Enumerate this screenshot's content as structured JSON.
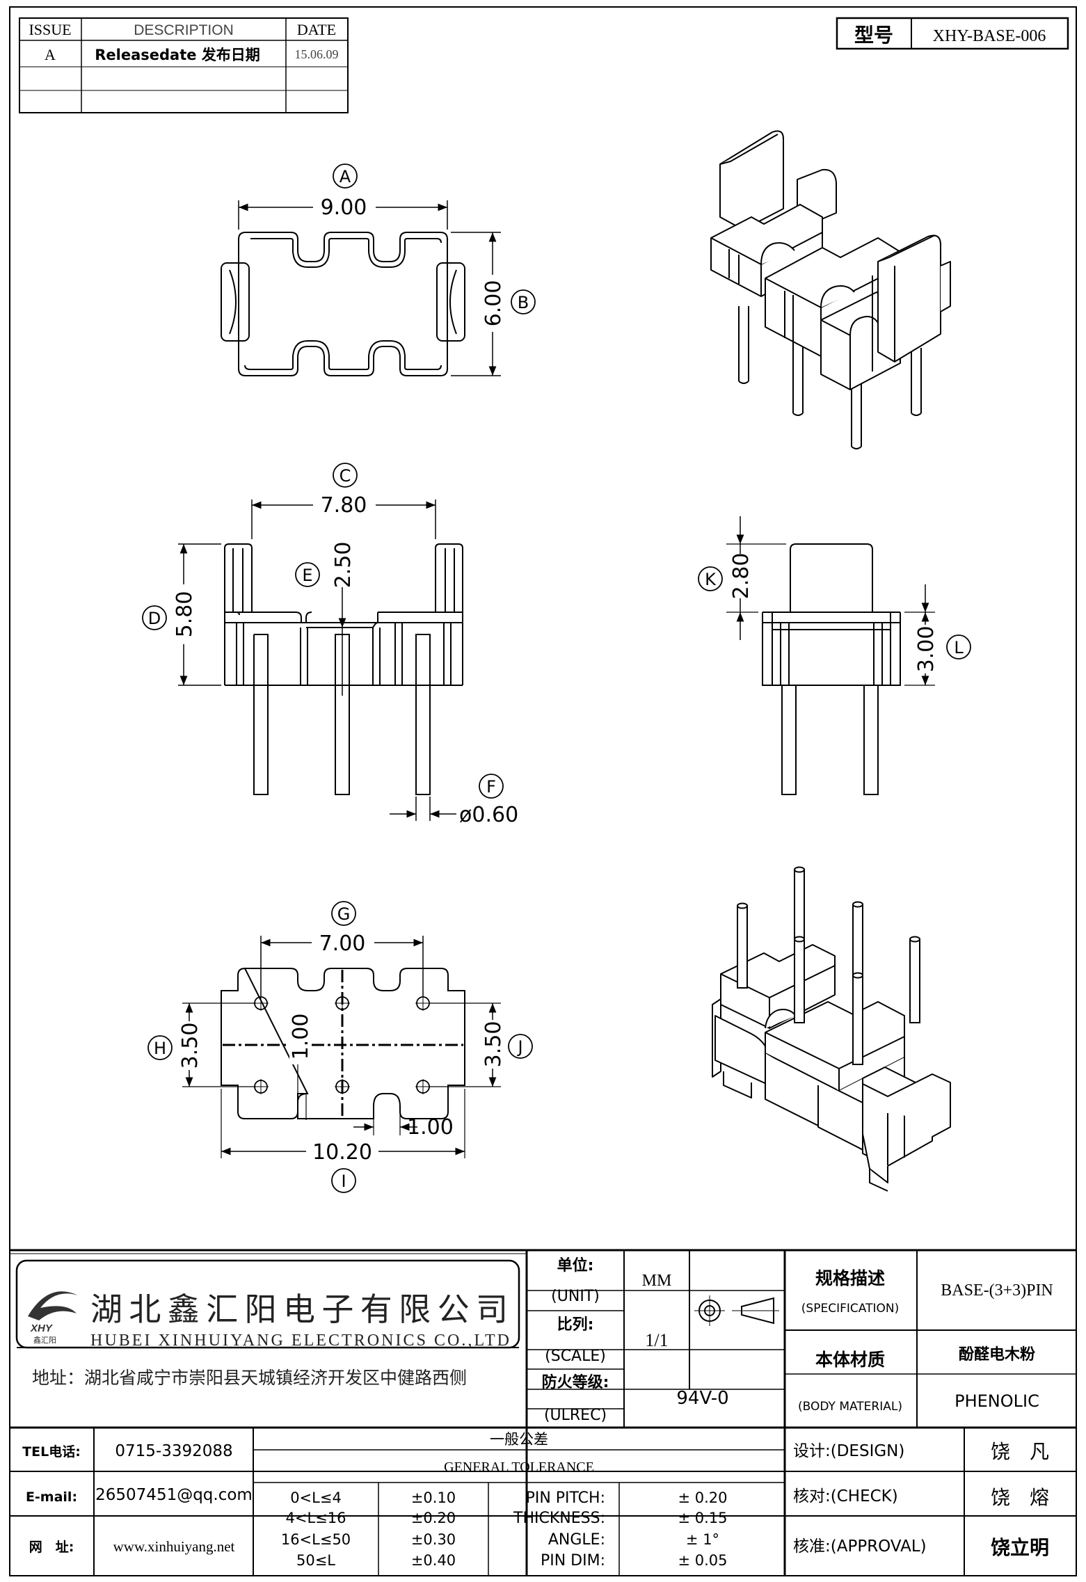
{
  "revision_table": {
    "headers": [
      "ISSUE",
      "DESCRIPTION",
      "DATE"
    ],
    "rows": [
      {
        "issue": "A",
        "description": "Releasedate 发布日期",
        "date": "15.06.09"
      },
      {
        "issue": "",
        "description": "",
        "date": ""
      },
      {
        "issue": "",
        "description": "",
        "date": ""
      }
    ]
  },
  "model": {
    "label": "型号",
    "value": "XHY-BASE-006"
  },
  "dimensions": {
    "A": {
      "letter": "A",
      "value": "9.00"
    },
    "B": {
      "letter": "B",
      "value": "6.00"
    },
    "C": {
      "letter": "C",
      "value": "7.80"
    },
    "D": {
      "letter": "D",
      "value": "5.80"
    },
    "E": {
      "letter": "E",
      "value": "2.50"
    },
    "F": {
      "letter": "F",
      "value": "ø0.60"
    },
    "G": {
      "letter": "G",
      "value": "7.00"
    },
    "H": {
      "letter": "H",
      "value": "3.50"
    },
    "I": {
      "letter": "I",
      "value": "10.20"
    },
    "J": {
      "letter": "J",
      "value": "3.50"
    },
    "K": {
      "letter": "K",
      "value": "2.80"
    },
    "L": {
      "letter": "L",
      "value": "3.00"
    },
    "center": "1.00",
    "slot": "1.00"
  },
  "company": {
    "name_cn": "湖北鑫汇阳电子有限公司",
    "name_en": "HUBEI XINHUIYANG ELECTRONICS CO.,LTD",
    "address": "地址：湖北省咸宁市崇阳县天城镇经济开发区中健路西侧",
    "logo_text": "XHY",
    "logo_sub": "鑫汇阳"
  },
  "spec": {
    "unit_cn": "单位:",
    "unit_en": "(UNIT)",
    "unit_value": "MM",
    "scale_cn": "比列:",
    "scale_en": "(SCALE)",
    "scale_value": "1/1",
    "ulrec_cn": "防火等级:",
    "ulrec_en": "(ULREC)",
    "ulrec_value": "94V-0",
    "spec_cn": "规格描述",
    "spec_en": "(SPECIFICATION)",
    "spec_value": "BASE-(3+3)PIN",
    "material_cn": "本体材质",
    "material_en": "(BODY MATERIAL)",
    "material_value_cn": "酚醛电木粉",
    "material_value_en": "PHENOLIC"
  },
  "contact": {
    "tel_label": "TEL电话:",
    "tel": "0715-3392088",
    "email_label": "E-mail:",
    "email": "26507451@qq.com",
    "web_label": "网　址:",
    "web": "www.xinhuiyang.net"
  },
  "tolerance": {
    "title_cn": "一般公差",
    "title_en": "GENERAL TOLERANCE",
    "ranges": [
      {
        "range": "0<L≤4",
        "tol": "±0.10"
      },
      {
        "range": "4<L≤16",
        "tol": "±0.20"
      },
      {
        "range": "16<L≤50",
        "tol": "±0.30"
      },
      {
        "range": "50≤L",
        "tol": "±0.40"
      }
    ],
    "other": [
      {
        "label": "PIN PITCH:",
        "value": "±  0.20"
      },
      {
        "label": "THICKNESS:",
        "value": "±  0.15"
      },
      {
        "label": "ANGLE:",
        "value": "±  1°"
      },
      {
        "label": "PIN DIM:",
        "value": "±  0.05"
      }
    ]
  },
  "approvals": {
    "design_label": "设计:(DESIGN)",
    "design_name": "饶　凡",
    "check_label": "核对:(CHECK)",
    "check_name": "饶　熔",
    "approval_label": "核准:(APPROVAL)",
    "approval_name": "饶立明"
  }
}
